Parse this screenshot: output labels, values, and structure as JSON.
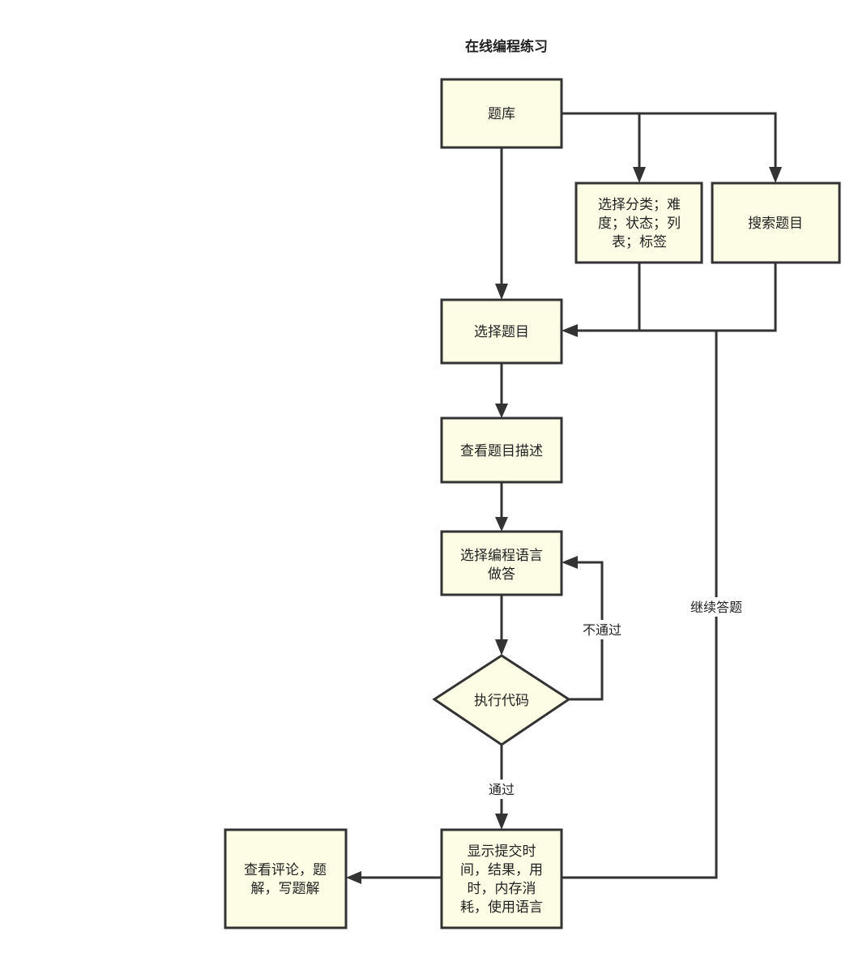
{
  "title": "在线编程练习",
  "nodes": {
    "question_bank": [
      "题库"
    ],
    "filter": [
      "选择分类；难",
      "度；状态；列",
      "表；标签"
    ],
    "search": [
      "搜索题目"
    ],
    "select_question": [
      "选择题目"
    ],
    "view_description": [
      "查看题目描述"
    ],
    "choose_language": [
      "选择编程语言",
      "做答"
    ],
    "run_code": [
      "执行代码"
    ],
    "show_result": [
      "显示提交时",
      "间，结果，用",
      "时，内存消",
      "耗，使用语言"
    ],
    "view_comments": [
      "查看评论，题",
      "解，写题解"
    ]
  },
  "edge_labels": {
    "fail": "不通过",
    "pass": "通过",
    "continue": "继续答题"
  }
}
